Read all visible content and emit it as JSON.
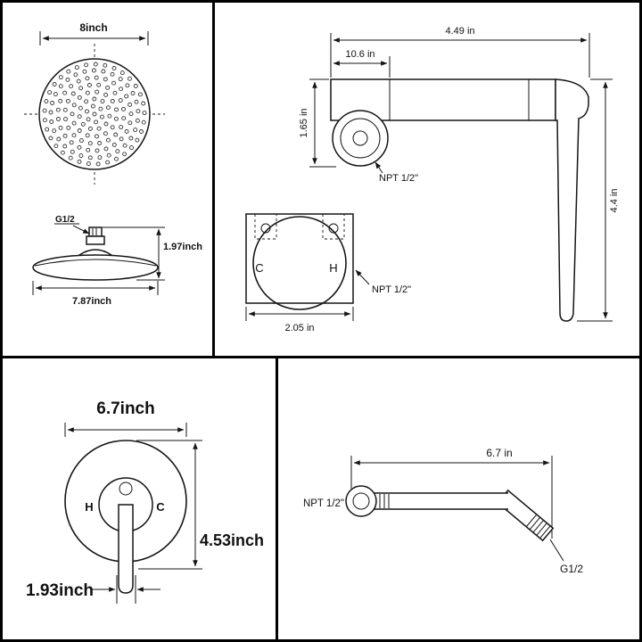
{
  "shower_head": {
    "diameter_label": "8inch",
    "thread_label": "G1/2",
    "height_label": "1.97inch",
    "width_label": "7.87inch"
  },
  "valve": {
    "overall_length_label": "4.49 in",
    "body_length_label": "10.6 in",
    "inlet_height_label": "1.65 in",
    "inlet_thread_label": "NPT 1/2\"",
    "handle_length_label": "4.4 in"
  },
  "valve_plate": {
    "cold_label": "C",
    "hot_label": "H",
    "thread_label": "NPT 1/2\"",
    "width_label": "2.05 in"
  },
  "trim": {
    "diameter_label": "6.7inch",
    "hot_label": "H",
    "cold_label": "C",
    "hot_color": "#c62f2f",
    "cold_color": "#2653c6",
    "height_label": "4.53inch",
    "handle_width_label": "1.93inch"
  },
  "shower_arm": {
    "length_label": "6.7 in",
    "wall_thread_label": "NPT 1/2\"",
    "head_thread_label": "G1/2"
  }
}
